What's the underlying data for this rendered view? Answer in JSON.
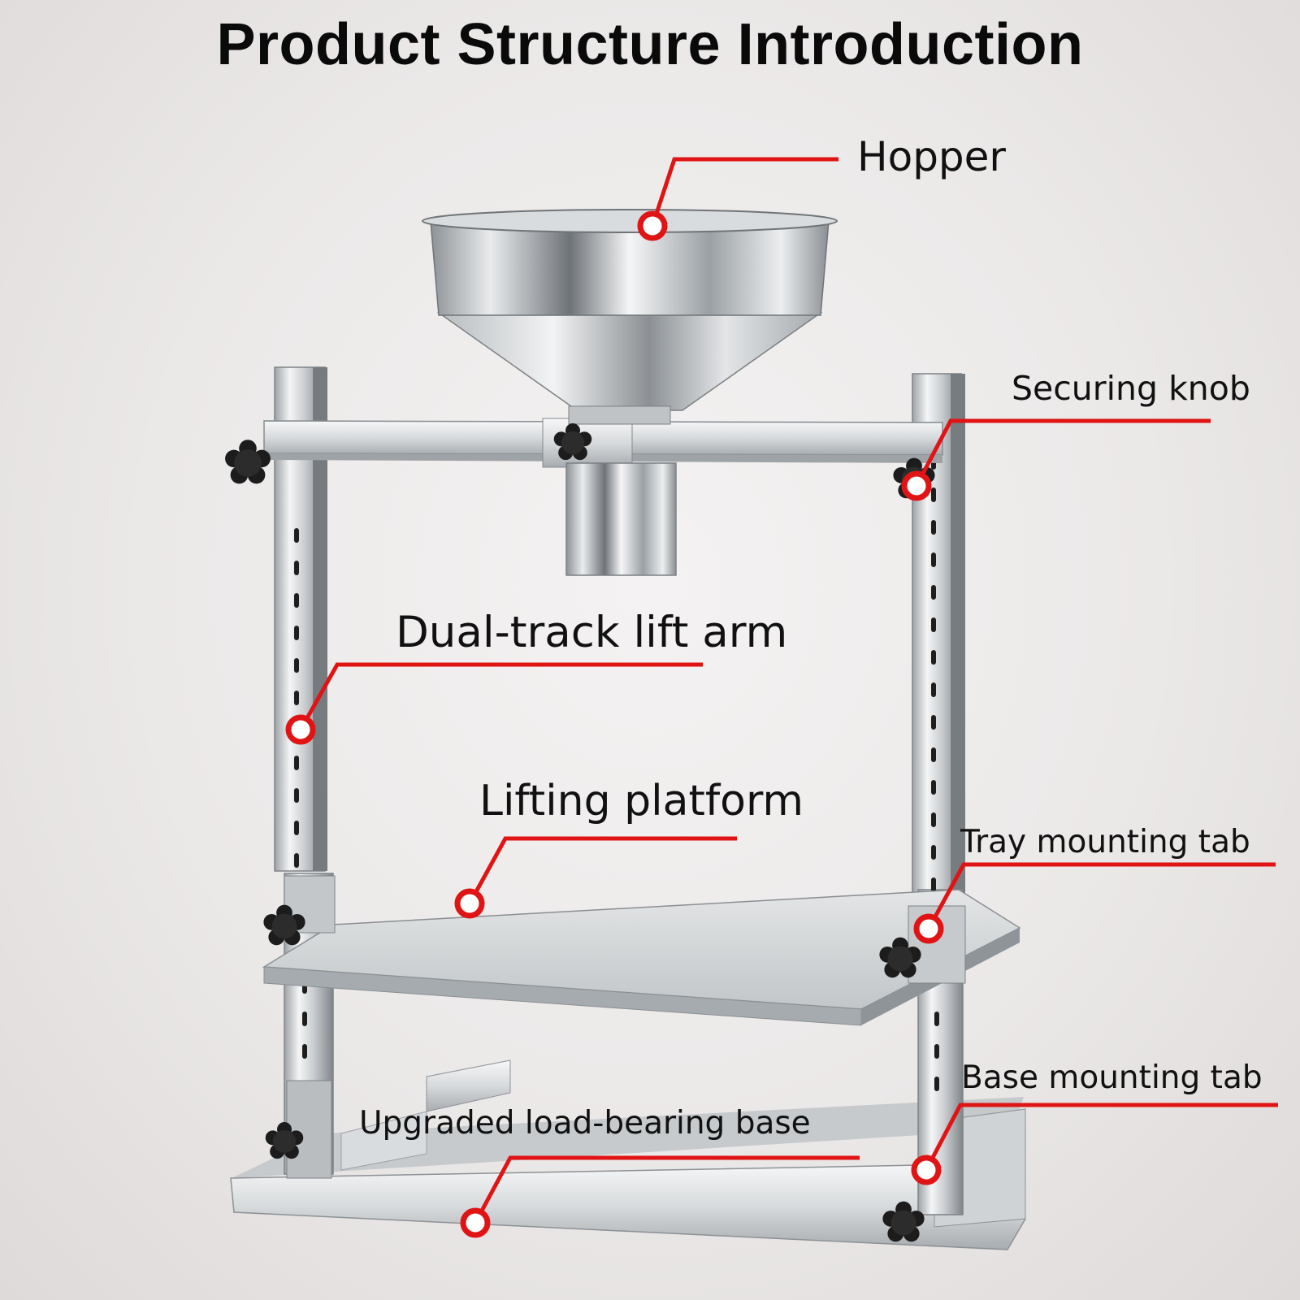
{
  "title": "Product Structure Introduction",
  "parts": {
    "hopper": "Hopper",
    "securing_knob": "Securing knob",
    "lift_arm": "Dual-track lift arm",
    "lifting_platform": "Lifting platform",
    "tray_tab": "Tray mounting tab",
    "base_tab": "Base mounting tab",
    "base": "Upgraded load-bearing base"
  },
  "colors": {
    "callout": "#e01414",
    "steel_light": "#eef0f1",
    "steel_mid": "#c3c7ca",
    "steel_dark": "#7d8286",
    "knob": "#1c1c1c"
  }
}
